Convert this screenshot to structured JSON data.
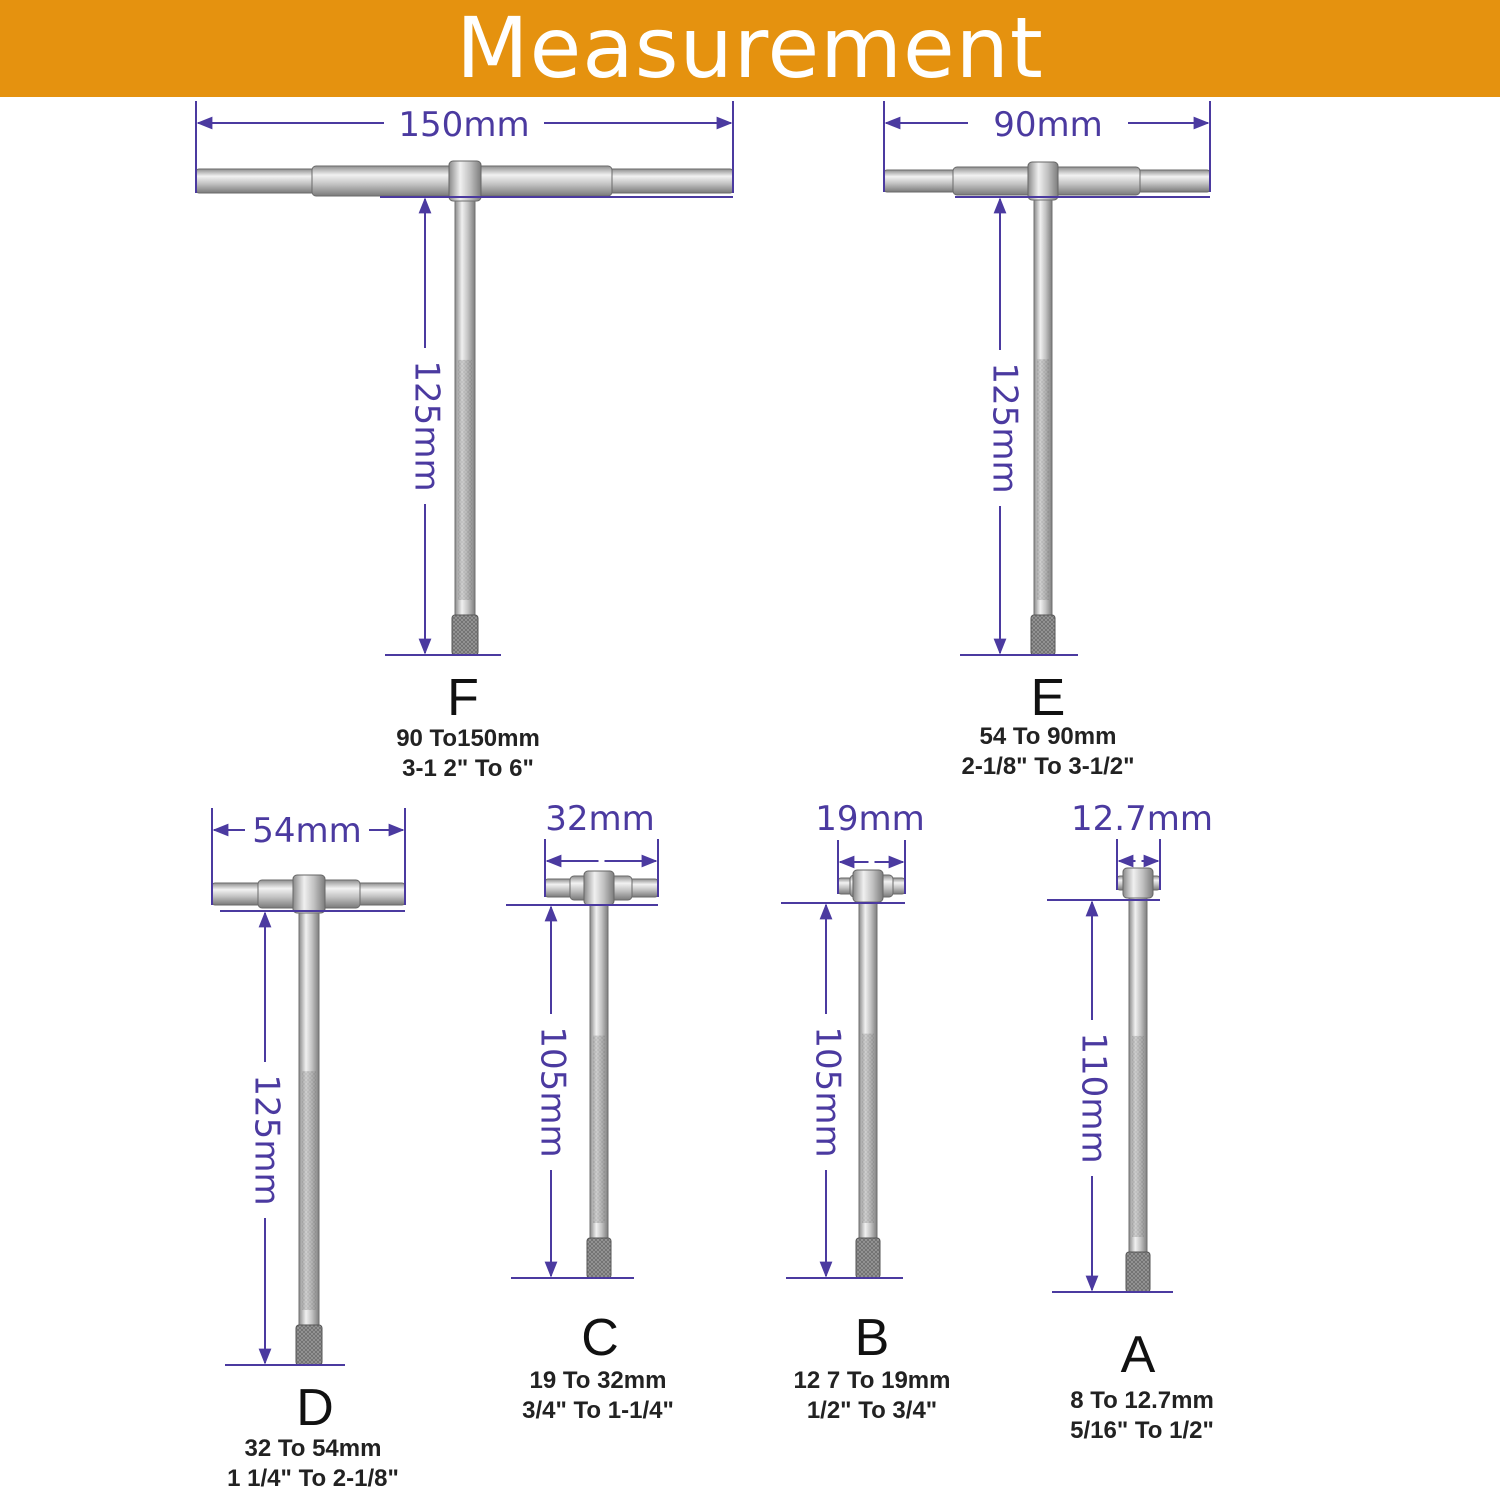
{
  "title": "Measurement",
  "colors": {
    "banner": "#e5920f",
    "dimension": "#4b3aa0",
    "steel": "#c9c9c9"
  },
  "gauges": [
    {
      "id": "F",
      "letter": "F",
      "width_label": "150mm",
      "length_label": "125mm",
      "range_mm": "90 To150mm",
      "range_in": "3-1  2\" To 6\""
    },
    {
      "id": "E",
      "letter": "E",
      "width_label": "90mm",
      "length_label": "125mm",
      "range_mm": "54 To 90mm",
      "range_in": "2-1/8\" To 3-1/2\""
    },
    {
      "id": "D",
      "letter": "D",
      "width_label": "54mm",
      "length_label": "125mm",
      "range_mm": "32 To 54mm",
      "range_in": "1 1/4\" To 2-1/8\""
    },
    {
      "id": "C",
      "letter": "C",
      "width_label": "32mm",
      "length_label": "105mm",
      "range_mm": "19 To 32mm",
      "range_in": "3/4\" To 1-1/4\""
    },
    {
      "id": "B",
      "letter": "B",
      "width_label": "19mm",
      "length_label": "105mm",
      "range_mm": "12 7 To 19mm",
      "range_in": "1/2\" To 3/4\""
    },
    {
      "id": "A",
      "letter": "A",
      "width_label": "12.7mm",
      "length_label": "110mm",
      "range_mm": "8 To 12.7mm",
      "range_in": "5/16\" To 1/2\""
    }
  ]
}
